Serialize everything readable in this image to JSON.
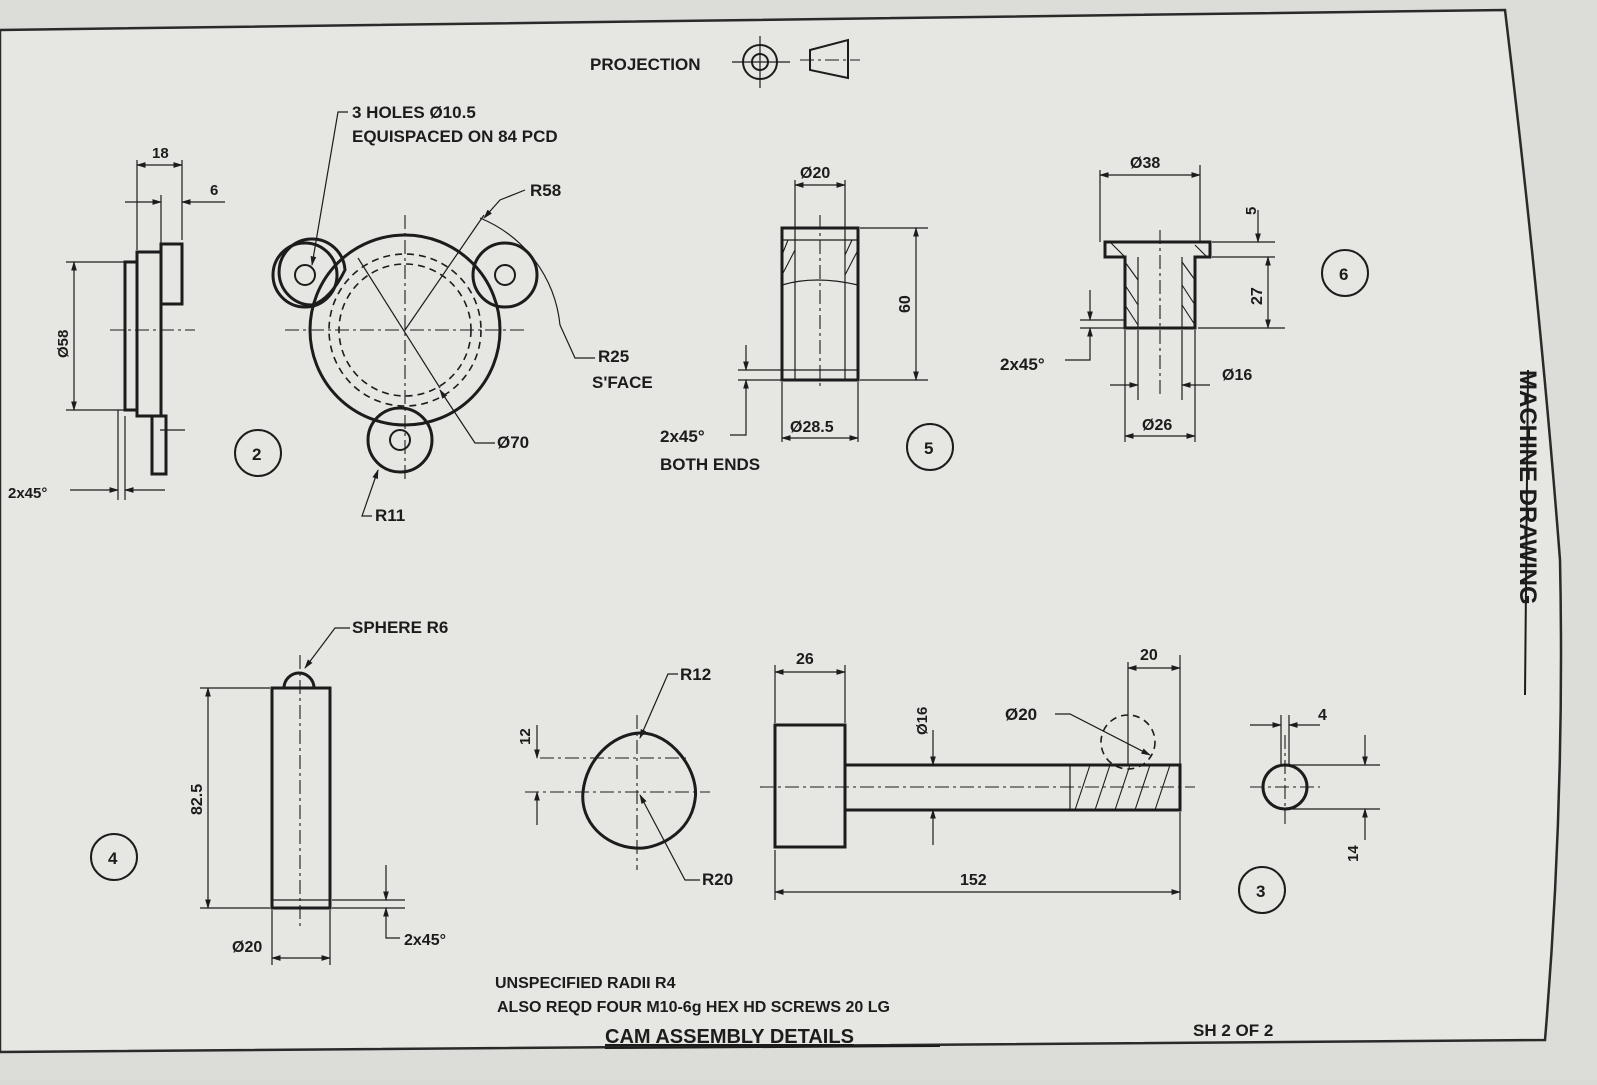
{
  "header": {
    "projection_label": "PROJECTION"
  },
  "title_block": {
    "title": "CAM ASSEMBLY DETAILS",
    "sheet": "SH 2 OF 2",
    "side_title": "MACHINE DRAWING"
  },
  "notes": {
    "line1": "UNSPECIFIED RADII R4",
    "line2": "ALSO REQD FOUR M10-6g HEX HD SCREWS 20 LG"
  },
  "part2": {
    "balloon": "2",
    "dim_18": "18",
    "dim_6": "6",
    "dim_d58": "Ø58",
    "chamfer": "2x45°",
    "holes_line1": "3 HOLES Ø10.5",
    "holes_line2": "EQUISPACED ON 84 PCD",
    "r58": "R58",
    "r25": "R25",
    "sface": "S'FACE",
    "d70": "Ø70",
    "r11": "R11"
  },
  "part5": {
    "balloon": "5",
    "d20": "Ø20",
    "len60": "60",
    "d28_5": "Ø28.5",
    "chamfer": "2x45°",
    "both_ends": "BOTH ENDS"
  },
  "part6": {
    "balloon": "6",
    "d38": "Ø38",
    "dim5": "5",
    "dim27": "27",
    "d16": "Ø16",
    "d26": "Ø26",
    "chamfer": "2x45°"
  },
  "part4": {
    "balloon": "4",
    "sphere": "SPHERE R6",
    "len82_5": "82.5",
    "d20": "Ø20",
    "chamfer": "2x45°"
  },
  "cam": {
    "r12": "R12",
    "dim12": "12",
    "r20": "R20"
  },
  "part3": {
    "balloon": "3",
    "dim26": "26",
    "d16": "Ø16",
    "d20": "Ø20",
    "dim20": "20",
    "dim152": "152",
    "dim4": "4",
    "dim14": "14"
  }
}
